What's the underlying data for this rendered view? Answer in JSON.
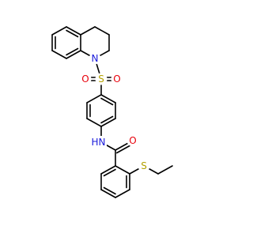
{
  "atoms": {
    "n_ring": {
      "label": "N",
      "color": "#1a1adb"
    },
    "s_sulfonyl": {
      "label": "S",
      "color": "#b3a100"
    },
    "o_sulfonyl_left": {
      "label": "O",
      "color": "#e8000b"
    },
    "o_sulfonyl_right": {
      "label": "O",
      "color": "#e8000b"
    },
    "nh_amide": {
      "label": "N",
      "color": "#1a1adb"
    },
    "h_amide": {
      "label": "H",
      "color": "#1a1adb"
    },
    "o_carbonyl": {
      "label": "O",
      "color": "#e8000b"
    },
    "s_thioether": {
      "label": "S",
      "color": "#b3a100"
    }
  },
  "colors": {
    "bond": "#000000",
    "background": "#ffffff"
  }
}
